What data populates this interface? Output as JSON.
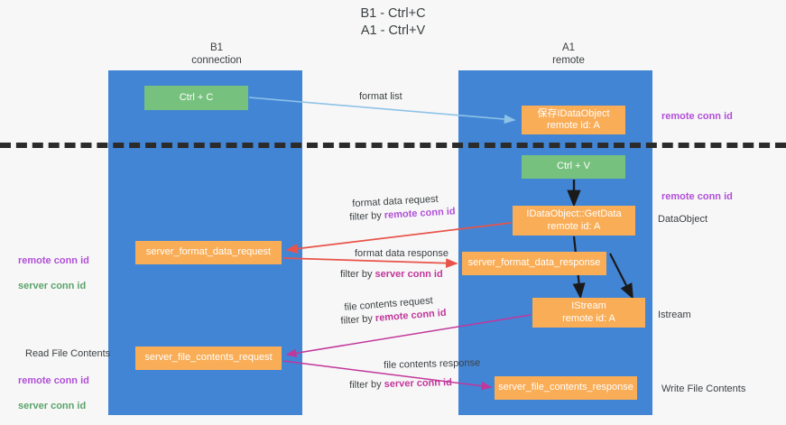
{
  "title": "B1 - Ctrl+C\nA1 - Ctrl+V",
  "columns": {
    "left": "B1\nconnection",
    "right": "A1\nremote"
  },
  "nodes": {
    "ctrl_c": "Ctrl + C",
    "save_idataobject": "保存IDataObject\nremote id: A",
    "ctrl_v": "Ctrl + V",
    "getdata": "IDataObject::GetData\nremote id: A",
    "server_format_data_request": "server_format_data_request",
    "server_format_data_response": "server_format_data_response",
    "istream": "IStream\nremote id: A",
    "server_file_contents_request": "server_file_contents_request",
    "server_file_contents_response": "server_file_contents_response"
  },
  "edges": {
    "format_list": "format list",
    "format_data_request": "format data request",
    "format_data_request_filter_prefix": "filter by ",
    "format_data_request_filter_key": "remote conn id",
    "format_data_response": "format data response",
    "format_data_response_filter_prefix": "filter by ",
    "format_data_response_filter_key": "server conn id",
    "file_contents_request": "file contents request",
    "file_contents_request_filter_prefix": "filter by ",
    "file_contents_request_filter_key": "remote conn id",
    "file_contents_response": "file contents response",
    "file_contents_response_filter_prefix": "filter by ",
    "file_contents_response_filter_key": "server conn id"
  },
  "annotations": {
    "right_remote_conn_id_top": "remote conn id",
    "right_remote_conn_id_mid": "remote conn id",
    "dataobject": "DataObject",
    "istream": "Istream",
    "write_file_contents": "Write File Contents",
    "left_remote_conn_id": "remote conn id",
    "left_server_conn_id": "server conn id",
    "read_file_contents": "Read File Contents",
    "left_remote_conn_id_2": "remote conn id",
    "left_server_conn_id_2": "server conn id"
  },
  "colors": {
    "lane": "#4285d4",
    "green_node": "#77c17e",
    "orange_node": "#f9ad57",
    "purple_text": "#b14fd8",
    "green_text": "#5aa469",
    "magenta_text": "#c2379b",
    "arrow_blue": "#8ec3e8",
    "arrow_red": "#e8544a",
    "arrow_magenta": "#c2379b",
    "arrow_black": "#1a1a1a",
    "background": "#f7f7f7"
  }
}
